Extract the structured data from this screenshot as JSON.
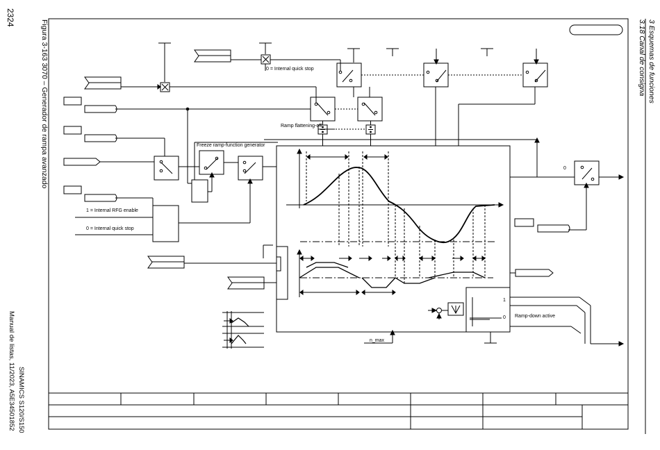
{
  "page": {
    "number": "2324",
    "figure_caption": "Figura 3-163   3070 – Generador de rampa avanzado",
    "product": "SINAMICS S120/S150",
    "manual": "Manual de listas, 11/2023, A5E34501852",
    "chapter": "3 Esquemas de funciones",
    "section": "3.18 Canal de consigna"
  },
  "diagram": {
    "labels": {
      "internal_quick_stop_top": "0 = Internal quick stop",
      "ramp_flattening_off": "Ramp flattening-off",
      "freeze_rfg": "Freeze ramp-function generator",
      "internal_rfg_enable": "1 = Internal RFG enable",
      "internal_quick_stop_bottom": "0 = Internal quick stop",
      "n_max": "n_max",
      "ramp_down_active": "Ramp-down active",
      "switch_zero_right": "0",
      "level_one": "1",
      "level_zero": "0"
    },
    "colors": {
      "line": "#000000",
      "background": "#ffffff"
    }
  }
}
